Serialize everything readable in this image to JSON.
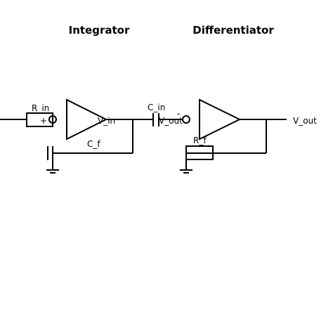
{
  "titles": {
    "left": "Integrator",
    "right": "Differentiator"
  },
  "integrator": {
    "r_in_label": "R_in",
    "plus_label": "+",
    "v_in_label": "V_in",
    "c_f_label": "C_f",
    "v_out_label": "V_out"
  },
  "differentiator": {
    "c_in_label": "C_in",
    "minus_label": "-",
    "r_f_label": "R_f",
    "v_out_label": "V_out"
  }
}
